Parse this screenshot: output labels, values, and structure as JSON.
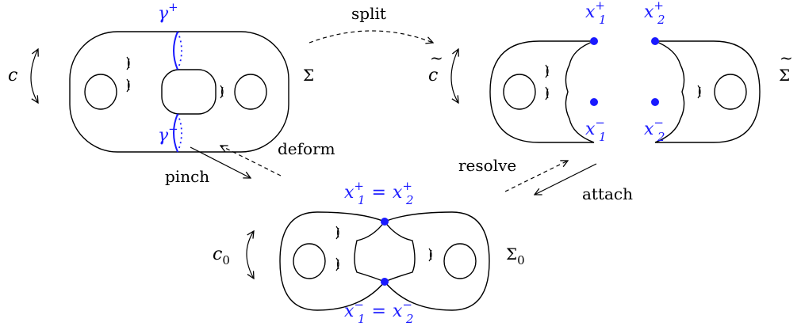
{
  "colors": {
    "ink": "#000000",
    "accent": "#1a1aff"
  },
  "labels": {
    "c": "c",
    "Sigma": "Σ",
    "c_tilde": "c",
    "Sigma_tilde": "Σ",
    "c0_base": "c",
    "c0_sub": "0",
    "Sigma0_base": "Σ",
    "Sigma0_sub": "0",
    "gamma_plus_base": "γ",
    "gamma_plus_sup": "+",
    "gamma_minus_base": "γ",
    "gamma_minus_sup": "−",
    "x1_plus_base": "x",
    "x1_plus_sub": "1",
    "x1_plus_sup": "+",
    "x2_plus_base": "x",
    "x2_plus_sub": "2",
    "x2_plus_sup": "+",
    "x1_minus_base": "x",
    "x1_minus_sub": "1",
    "x1_minus_sup": "−",
    "x2_minus_base": "x",
    "x2_minus_sub": "2",
    "x2_minus_sup": "−",
    "eq_top": "=",
    "eq_bottom": "=",
    "tilde": "~"
  },
  "arrows": {
    "split": "split",
    "deform": "deform",
    "pinch": "pinch",
    "resolve": "resolve",
    "attach": "attach"
  }
}
